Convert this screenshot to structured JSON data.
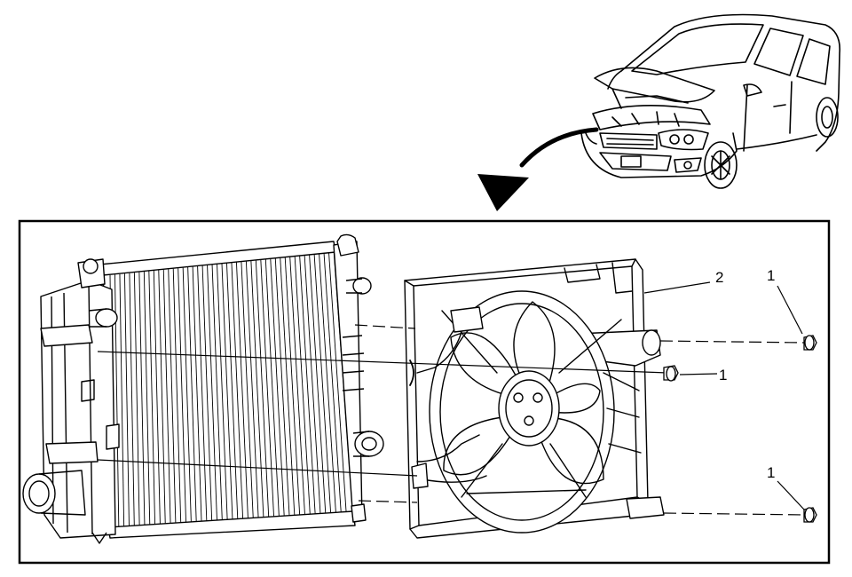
{
  "callouts": [
    {
      "id": "c1a",
      "text": "1"
    },
    {
      "id": "c2",
      "text": "2"
    },
    {
      "id": "c1b",
      "text": "1"
    },
    {
      "id": "c1c",
      "text": "1"
    }
  ]
}
